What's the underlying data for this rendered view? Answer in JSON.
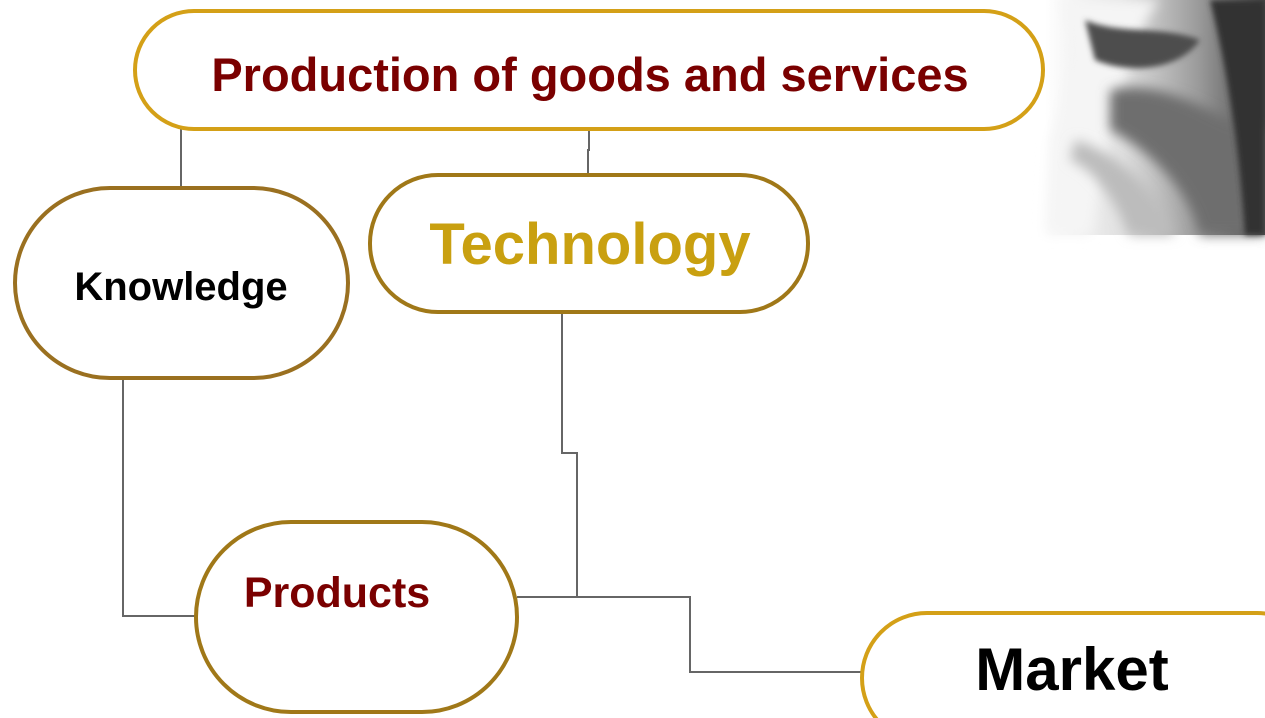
{
  "nodes": {
    "production": {
      "label": "Production of goods and services",
      "text_color": "#7a0000",
      "border_color": "#d4a017"
    },
    "knowledge": {
      "label": "Knowledge",
      "text_color": "#000000",
      "border_color": "#9a7020"
    },
    "technology": {
      "label": "Technology",
      "text_color": "#c9a010",
      "border_color": "#a07818"
    },
    "products": {
      "label": "Products",
      "text_color": "#7a0000",
      "border_color": "#a07818"
    },
    "market": {
      "label": "Market",
      "text_color": "#000000",
      "border_color": "#d4a017"
    }
  },
  "connector_color": "#666666",
  "decorative_image": "grayscale-face-photo"
}
